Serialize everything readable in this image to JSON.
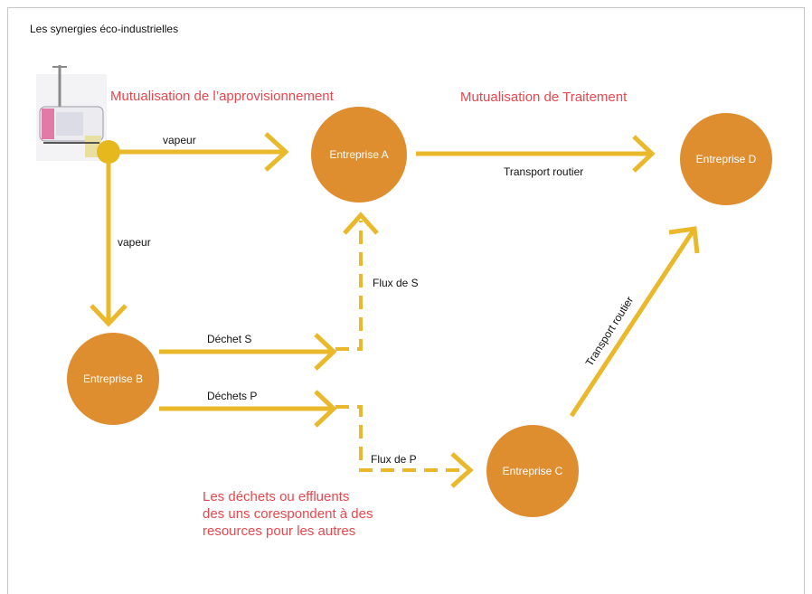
{
  "title": "Les synergies éco-industrielles",
  "colors": {
    "node": "#de8d2f",
    "arrow": "#e9b82b",
    "highlight": "#e8474e",
    "junction": "#e7b81e"
  },
  "nodes": {
    "a": "Entreprise A",
    "b": "Entreprise B",
    "c": "Entreprise C",
    "d": "Entreprise D"
  },
  "annotations": {
    "approvisionnement": "Mutualisation de l’approvisionnement",
    "traitement": "Mutualisation de Traitement",
    "dechets_1": "Les déchets ou effluents",
    "dechets_2": "des uns corespondent à des",
    "dechets_3": "resources pour les autres"
  },
  "edge_labels": {
    "vapeur_h": "vapeur",
    "vapeur_v": "vapeur",
    "transport_ad": "Transport routier",
    "transport_cd": "Transport routier",
    "dechet_s": "Déchet S",
    "dechets_p": "Déchets P",
    "flux_s": "Flux de S",
    "flux_p": "Flux de P"
  },
  "icons": {
    "source": "boiler-icon"
  }
}
